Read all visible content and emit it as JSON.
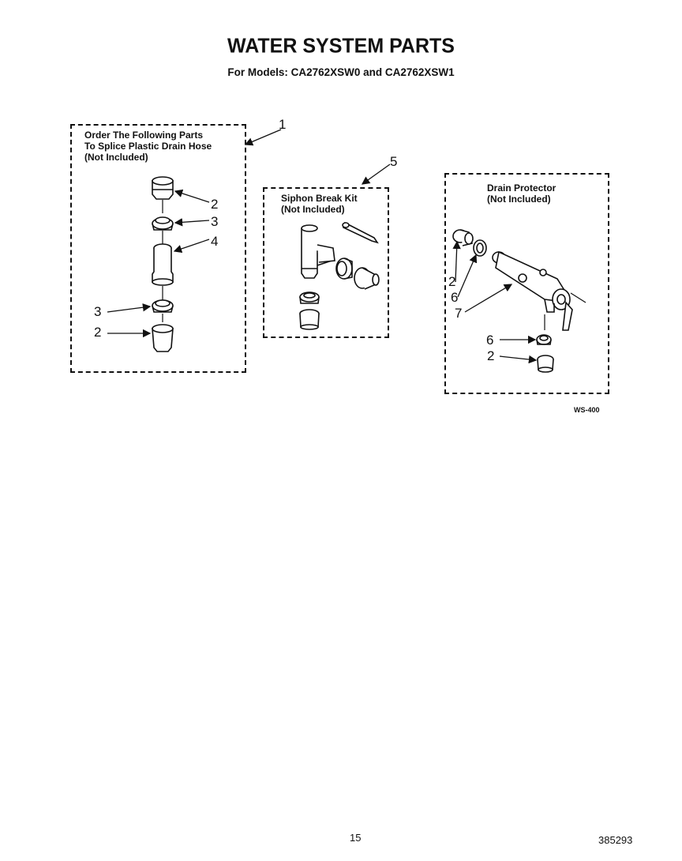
{
  "page": {
    "title": "WATER SYSTEM PARTS",
    "subtitle": "For Models: CA2762XSW0 and CA2762XSW1",
    "figure_code": "WS-400",
    "page_number": "15",
    "document_number": "385293"
  },
  "groups": {
    "hose_splice": {
      "label": "Order The Following Parts\nTo Splice Plastic Drain Hose\n(Not Included)",
      "callout": "1"
    },
    "siphon_break": {
      "label": "Siphon Break Kit\n(Not Included)",
      "callout": "5"
    },
    "drain_protector": {
      "label": "Drain Protector\n(Not Included)"
    }
  },
  "callouts": {
    "hose_2a": "2",
    "hose_3a": "3",
    "hose_4": "4",
    "hose_3b": "3",
    "hose_2b": "2",
    "drain_2a": "2",
    "drain_6a": "6",
    "drain_7": "7",
    "drain_6b": "6",
    "drain_2b": "2"
  }
}
